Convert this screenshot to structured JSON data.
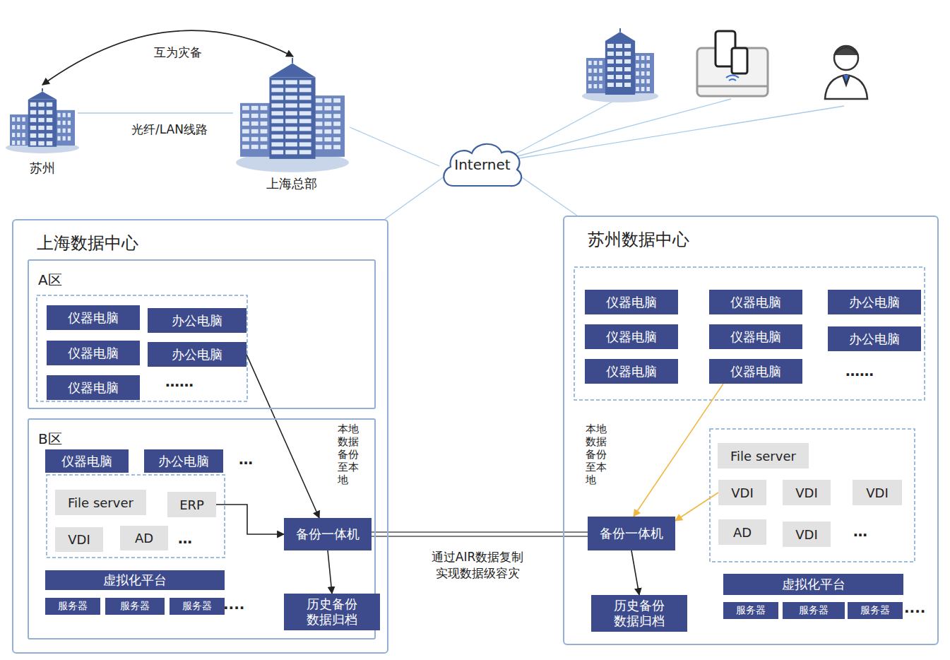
{
  "diagram": {
    "nodes": [
      {
        "text": [
          "苏州"
        ]
      },
      {
        "text": [
          "上海总部"
        ]
      },
      {
        "text": [
          "Internet"
        ]
      },
      {
        "text": [
          "上海数据中心"
        ]
      },
      {
        "text": [
          "A区"
        ],
        "in": 3
      },
      {
        "text": [
          "仪器电脑"
        ],
        "in": 4
      },
      {
        "text": [
          "办公电脑"
        ],
        "in": 4
      },
      {
        "text": [
          "仪器电脑"
        ],
        "in": 4
      },
      {
        "text": [
          "办公电脑"
        ],
        "in": 4
      },
      {
        "text": [
          "仪器电脑"
        ],
        "in": 4
      },
      {
        "text": [
          "B区"
        ],
        "in": 3
      },
      {
        "text": [
          "仪器电脑"
        ],
        "in": 10
      },
      {
        "text": [
          "办公电脑"
        ],
        "in": 10
      },
      {
        "text": [
          "File server"
        ],
        "in": 10
      },
      {
        "text": [
          "ERP"
        ],
        "in": 10
      },
      {
        "text": [
          "VDI"
        ],
        "in": 10
      },
      {
        "text": [
          "AD"
        ],
        "in": 10
      },
      {
        "text": [
          "虚拟化平台"
        ],
        "in": 10
      },
      {
        "text": [
          "服务器"
        ],
        "in": 10
      },
      {
        "text": [
          "服务器"
        ],
        "in": 10
      },
      {
        "text": [
          "服务器"
        ],
        "in": 10
      },
      {
        "text": [
          "备份一体机"
        ],
        "in": 10
      },
      {
        "text": [
          "历史备份 数据归档"
        ],
        "in": 10
      },
      {
        "text": [
          "苏州数据中心"
        ]
      },
      {
        "text": [
          "仪器电脑"
        ],
        "in": 23
      },
      {
        "text": [
          "仪器电脑"
        ],
        "in": 23
      },
      {
        "text": [
          "办公电脑"
        ],
        "in": 23
      },
      {
        "text": [
          "仪器电脑"
        ],
        "in": 23
      },
      {
        "text": [
          "仪器电脑"
        ],
        "in": 23
      },
      {
        "text": [
          "办公电脑"
        ],
        "in": 23
      },
      {
        "text": [
          "仪器电脑"
        ],
        "in": 23
      },
      {
        "text": [
          "仪器电脑"
        ],
        "in": 23
      },
      {
        "text": [
          "File server"
        ],
        "in": 23
      },
      {
        "text": [
          "VDI"
        ],
        "in": 23
      },
      {
        "text": [
          "VDI"
        ],
        "in": 23
      },
      {
        "text": [
          "VDI"
        ],
        "in": 23
      },
      {
        "text": [
          "AD"
        ],
        "in": 23
      },
      {
        "text": [
          "VDI"
        ],
        "in": 23
      },
      {
        "text": [
          "备份一体机"
        ],
        "in": 23
      },
      {
        "text": [
          "历史备份 数据归档"
        ],
        "in": 23
      },
      {
        "text": [
          "虚拟化平台"
        ],
        "in": 23
      },
      {
        "text": [
          "服务器"
        ],
        "in": 23
      },
      {
        "text": [
          "服务器"
        ],
        "in": 23
      },
      {
        "text": [
          "服务器"
        ],
        "in": 23
      }
    ],
    "edges": [
      {
        "from": 0,
        "to": 1,
        "arrow": "both",
        "label": "互为灾备"
      },
      {
        "from": 0,
        "to": 1,
        "arrow": "none",
        "label": "光纤/LAN线路"
      },
      {
        "from": 1,
        "to": 2,
        "arrow": "none"
      },
      {
        "from": 2,
        "to": 3,
        "arrow": "none"
      },
      {
        "from": 2,
        "to": 23,
        "arrow": "none"
      },
      {
        "from": 8,
        "to": 21,
        "arrow": "to"
      },
      {
        "from": 14,
        "to": 21,
        "arrow": "to"
      },
      {
        "from": 21,
        "to": 22,
        "arrow": "to"
      },
      {
        "from": 21,
        "to": 38,
        "arrow": "none",
        "label": "通过AIR数据复制 实现数据级容灾"
      },
      {
        "from": 31,
        "to": 38,
        "arrow": "to"
      },
      {
        "from": 33,
        "to": 38,
        "arrow": "to"
      },
      {
        "from": 38,
        "to": 39,
        "arrow": "to"
      }
    ],
    "labels": [
      "……",
      "…",
      "…",
      "....",
      "本地数据备份至本地",
      "本地数据备份至本地",
      "……",
      "…",
      "...."
    ]
  }
}
